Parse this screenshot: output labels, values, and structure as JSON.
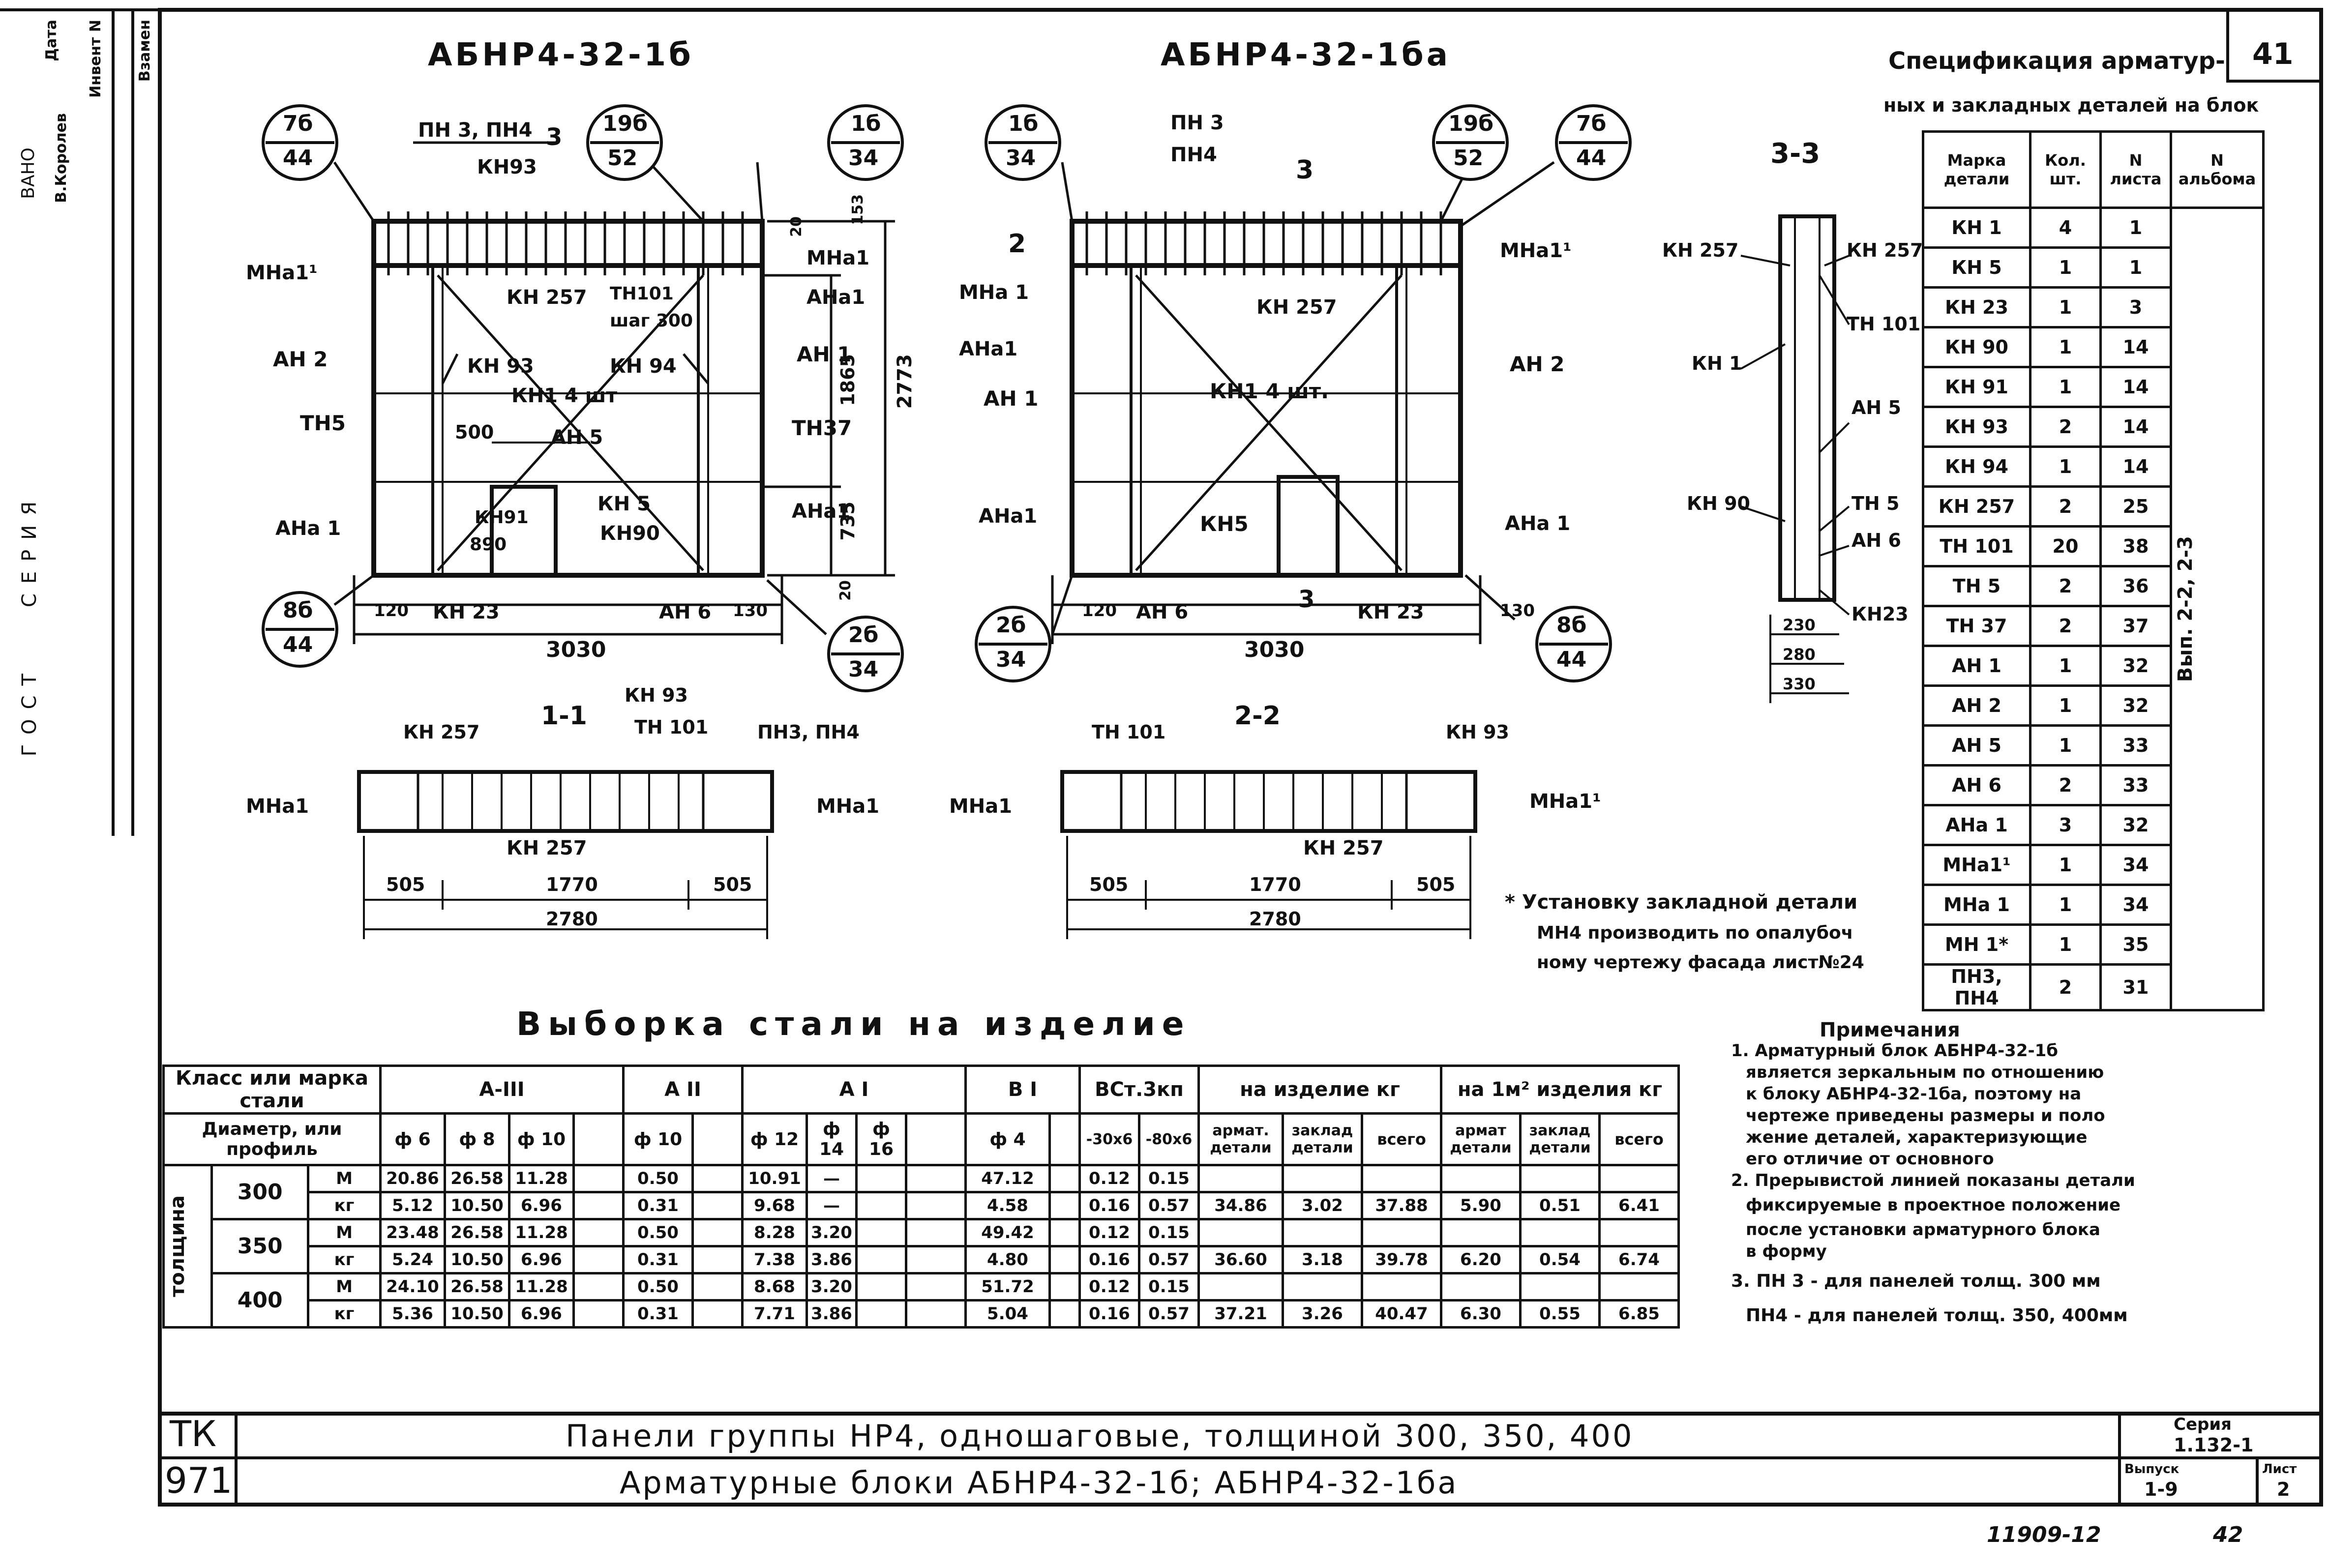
{
  "sheet_number": "41",
  "title_left": "АБНР4-32-1б",
  "title_right": "АБНР4-32-1ба",
  "spec_title_1": "Спецификация арматур-",
  "spec_title_2": "ных и закладных деталей на блок",
  "spec_headers": [
    "Марка детали",
    "Кол. шт.",
    "N листа",
    "N альбома"
  ],
  "spec_rows": [
    [
      "КН 1",
      "4",
      "1"
    ],
    [
      "КН 5",
      "1",
      "1"
    ],
    [
      "КН 23",
      "1",
      "3"
    ],
    [
      "КН 90",
      "1",
      "14"
    ],
    [
      "КН 91",
      "1",
      "14"
    ],
    [
      "КН 93",
      "2",
      "14"
    ],
    [
      "КН 94",
      "1",
      "14"
    ],
    [
      "КН 257",
      "2",
      "25"
    ],
    [
      "ТН 101",
      "20",
      "38"
    ],
    [
      "ТН 5",
      "2",
      "36"
    ],
    [
      "ТН 37",
      "2",
      "37"
    ],
    [
      "АН 1",
      "1",
      "32"
    ],
    [
      "АН 2",
      "1",
      "32"
    ],
    [
      "АН 5",
      "1",
      "33"
    ],
    [
      "АН 6",
      "2",
      "33"
    ],
    [
      "АНа 1",
      "3",
      "32"
    ],
    [
      "МНа1¹",
      "1",
      "34"
    ],
    [
      "МНа 1",
      "1",
      "34"
    ],
    [
      "МН 1*",
      "1",
      "35"
    ],
    [
      "ПН3, ПН4",
      "2",
      "31"
    ]
  ],
  "spec_album": "Вып. 2-2, 2-3",
  "sec33_title": "3-3",
  "sec11_title": "1-1",
  "sec22_title": "2-2",
  "left_labels": {
    "pn34": "ПН 3, ПН4",
    "cut3": "3",
    "kn93a": "КН93",
    "mna11": "МНа1¹",
    "mna1": "МНа1",
    "kn257": "КН 257",
    "tn101": "ТН101",
    "step300": "шаг 300",
    "ana1a": "АНа1",
    "an2": "АН 2",
    "kn93b": "КН 93",
    "kn94": "КН 94",
    "an1": "АН 1",
    "kn14": "КН1 4 шт",
    "tn5": "ТН5",
    "d500": "500",
    "an5": "АН 5",
    "tn37": "ТН37",
    "kn5": "КН 5",
    "kn91": "КН91",
    "d890": "890",
    "kn90": "КН90",
    "ana1b": "АНа 1",
    "ana1c": "АНа1",
    "d120": "120",
    "kn23": "КН 23",
    "an6": "АН 6",
    "d130": "130",
    "d3030": "3030",
    "d2773": "2773",
    "d1865": "1865",
    "d735": "735",
    "d20a": "20",
    "d153": "153",
    "d20b": "20"
  },
  "right_labels": {
    "pn3": "ПН 3",
    "pn4": "ПН4",
    "cut3": "3",
    "cut2": "2",
    "mna1a": "МНа 1",
    "mna12": "МНа1¹",
    "kn257": "КН 257",
    "ana1": "АНа1",
    "an1": "АН 1",
    "an2": "АН 2",
    "kn14": "КН1 4 шт.",
    "ana1b": "АНа1",
    "kn5": "КН5",
    "ana1c": "АНа 1",
    "d120": "120",
    "an6": "АН 6",
    "kn23": "КН 23",
    "d130": "130",
    "d3030": "3030",
    "cut3b": "3"
  },
  "circles": [
    {
      "t": "7б",
      "b": "44"
    },
    {
      "t": "19б",
      "b": "52"
    },
    {
      "t": "1б",
      "b": "34"
    },
    {
      "t": "8б",
      "b": "44"
    },
    {
      "t": "2б",
      "b": "34"
    },
    {
      "t": "1б",
      "b": "34"
    },
    {
      "t": "19б",
      "b": "52"
    },
    {
      "t": "7б",
      "b": "44"
    },
    {
      "t": "2б",
      "b": "34"
    },
    {
      "t": "8б",
      "b": "44"
    }
  ],
  "sec33_labels": {
    "kn257a": "КН 257",
    "kn257b": "КН 257",
    "tn101": "ТН 101",
    "kn1": "КН 1",
    "an5": "АН 5",
    "kn90": "КН 90",
    "tn5": "ТН 5",
    "an6": "АН 6",
    "kn23": "КН23",
    "d230": "230",
    "d280": "280",
    "d330": "330"
  },
  "sec11_labels": {
    "kn93": "КН 93",
    "kn257a": "КН 257",
    "tn101": "ТН 101",
    "pn34": "ПН3, ПН4",
    "mna1a": "МНа1",
    "mna1b": "МНа1",
    "kn257b": "КН 257",
    "d505a": "505",
    "d1770": "1770",
    "d505b": "505",
    "d2780": "2780"
  },
  "sec22_labels": {
    "tn101": "ТН 101",
    "kn93": "КН 93",
    "mna1a": "МНа1",
    "mna11": "МНа1¹",
    "kn257": "КН 257",
    "d505a": "505",
    "d1770": "1770",
    "d505b": "505",
    "d2780": "2780"
  },
  "footnote": [
    "* Установку закладной детали",
    "МН4 производить по опалубоч",
    "ному чертежу фасада лист№24"
  ],
  "steel_title": "Выборка стали на изделие",
  "steel": {
    "class_hdr": "Класс или марка стали",
    "diam_hdr": "Диаметр, или профиль",
    "groups": [
      "А-III",
      "А II",
      "А I",
      "В I",
      "ВСт.3кп",
      "на изделие кг",
      "на 1м² изделия кг"
    ],
    "cols": [
      "ф 6",
      "ф 8",
      "ф 10",
      "ф 10",
      "ф 12",
      "ф 14",
      "ф 16",
      "ф 4",
      "-30х6",
      "-80х6",
      "армат. детали",
      "заклад детали",
      "всего",
      "армат детали",
      "заклад детали",
      "всего"
    ],
    "thickness": "толщина",
    "rows": [
      {
        "t": "300",
        "u": "М",
        "v": [
          "20.86",
          "26.58",
          "11.28",
          "0.50",
          "10.91",
          "—",
          "",
          "47.12",
          "0.12",
          "0.15",
          "",
          "",
          "",
          "",
          "",
          ""
        ]
      },
      {
        "t": "",
        "u": "кг",
        "v": [
          "5.12",
          "10.50",
          "6.96",
          "0.31",
          "9.68",
          "—",
          "",
          "4.58",
          "0.16",
          "0.57",
          "34.86",
          "3.02",
          "37.88",
          "5.90",
          "0.51",
          "6.41"
        ]
      },
      {
        "t": "350",
        "u": "М",
        "v": [
          "23.48",
          "26.58",
          "11.28",
          "0.50",
          "8.28",
          "3.20",
          "",
          "49.42",
          "0.12",
          "0.15",
          "",
          "",
          "",
          "",
          "",
          ""
        ]
      },
      {
        "t": "",
        "u": "кг",
        "v": [
          "5.24",
          "10.50",
          "6.96",
          "0.31",
          "7.38",
          "3.86",
          "",
          "4.80",
          "0.16",
          "0.57",
          "36.60",
          "3.18",
          "39.78",
          "6.20",
          "0.54",
          "6.74"
        ]
      },
      {
        "t": "400",
        "u": "М",
        "v": [
          "24.10",
          "26.58",
          "11.28",
          "0.50",
          "8.68",
          "3.20",
          "",
          "51.72",
          "0.12",
          "0.15",
          "",
          "",
          "",
          "",
          "",
          ""
        ]
      },
      {
        "t": "",
        "u": "кг",
        "v": [
          "5.36",
          "10.50",
          "6.96",
          "0.31",
          "7.71",
          "3.86",
          "",
          "5.04",
          "0.16",
          "0.57",
          "37.21",
          "3.26",
          "40.47",
          "6.30",
          "0.55",
          "6.85"
        ]
      }
    ]
  },
  "notes_title": "Примечания",
  "notes": [
    "1. Арматурный блок АБНР4-32-1б",
    "является зеркальным по отношению",
    "к блоку АБНР4-32-1ба, поэтому на",
    "чертеже приведены размеры и поло",
    "жение деталей, характеризующие",
    "его отличие от основного",
    "2. Прерывистой линией показаны детали",
    "фиксируемые в проектное положение",
    "после установки арматурного блока",
    "в форму",
    "3. ПН 3 - для панелей толщ. 300 мм",
    "ПН4 - для панелей толщ. 350, 400мм"
  ],
  "stamp": {
    "tk": "ТК",
    "num": "971",
    "line1": "Панели группы НР4, одношаговые, толщиной 300, 350, 400",
    "line2": "Арматурные блоки АБНР4-32-1б; АБНР4-32-1ба",
    "series_lbl": "Серия",
    "series": "1.132-1",
    "vyp_lbl": "Выпуск",
    "vyp": "1-9",
    "list_lbl": "Лист",
    "list": "2"
  },
  "bottom_note": "11909-12",
  "bottom_note2": "42",
  "margin": {
    "inv": "Инвент N",
    "date": "Дата",
    "vzamen": "Взамен",
    "korolev": "В.Королев",
    "vano": "ВАНО",
    "series": "СЕРИЯ",
    "gost": "ГОСТ"
  }
}
